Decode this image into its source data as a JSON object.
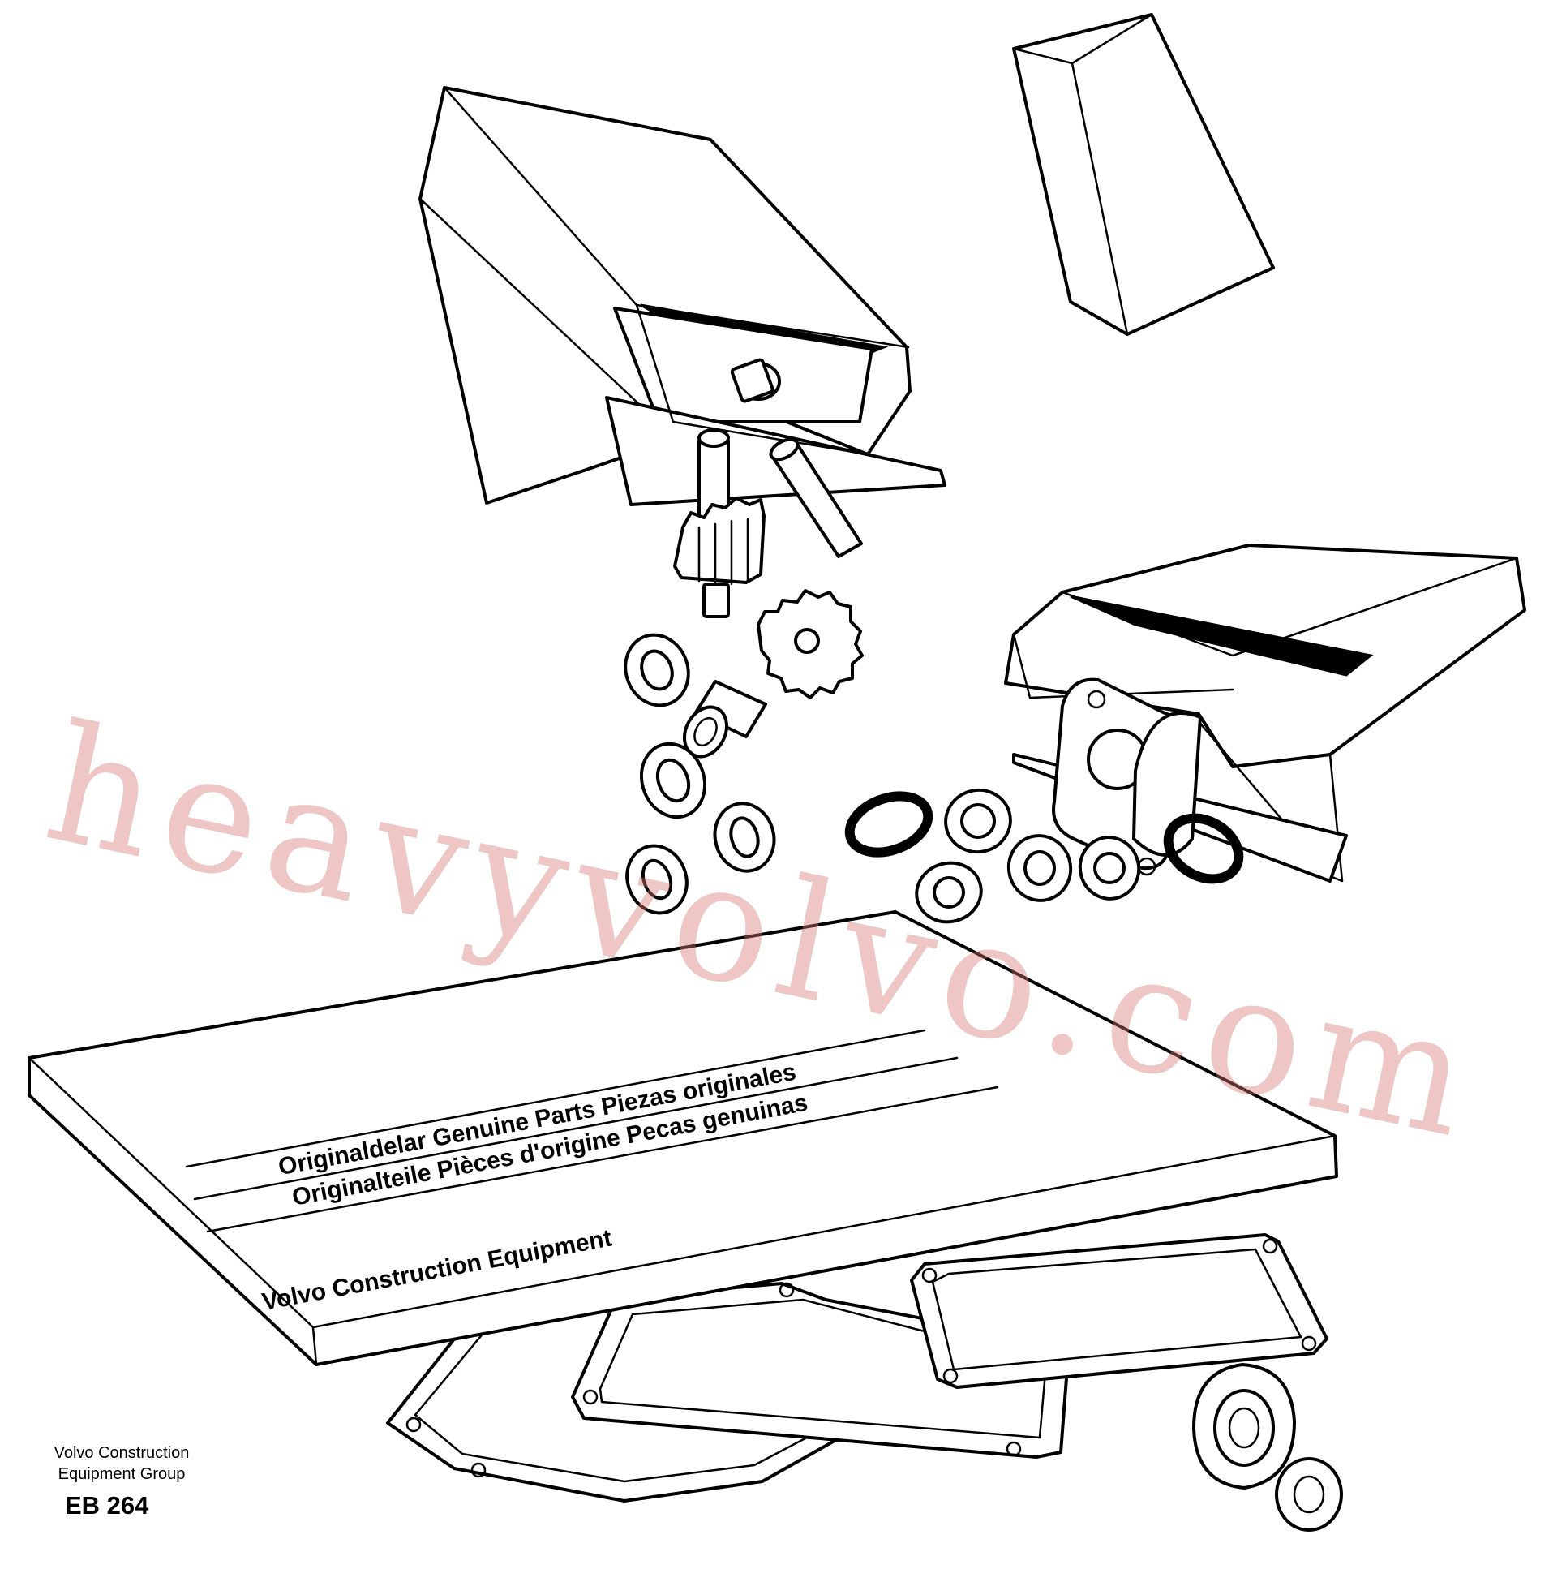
{
  "card": {
    "line1": "Originaldelar Genuine Parts Piezas originales",
    "line2": "Originalteile Pièces d'origine Pecas genuinas",
    "line3": "Volvo Construction Equipment"
  },
  "watermark": "heavyvolvo.com",
  "footer": {
    "company_line1": "Volvo Construction",
    "company_line2": "Equipment Group",
    "code": "EB 264"
  }
}
